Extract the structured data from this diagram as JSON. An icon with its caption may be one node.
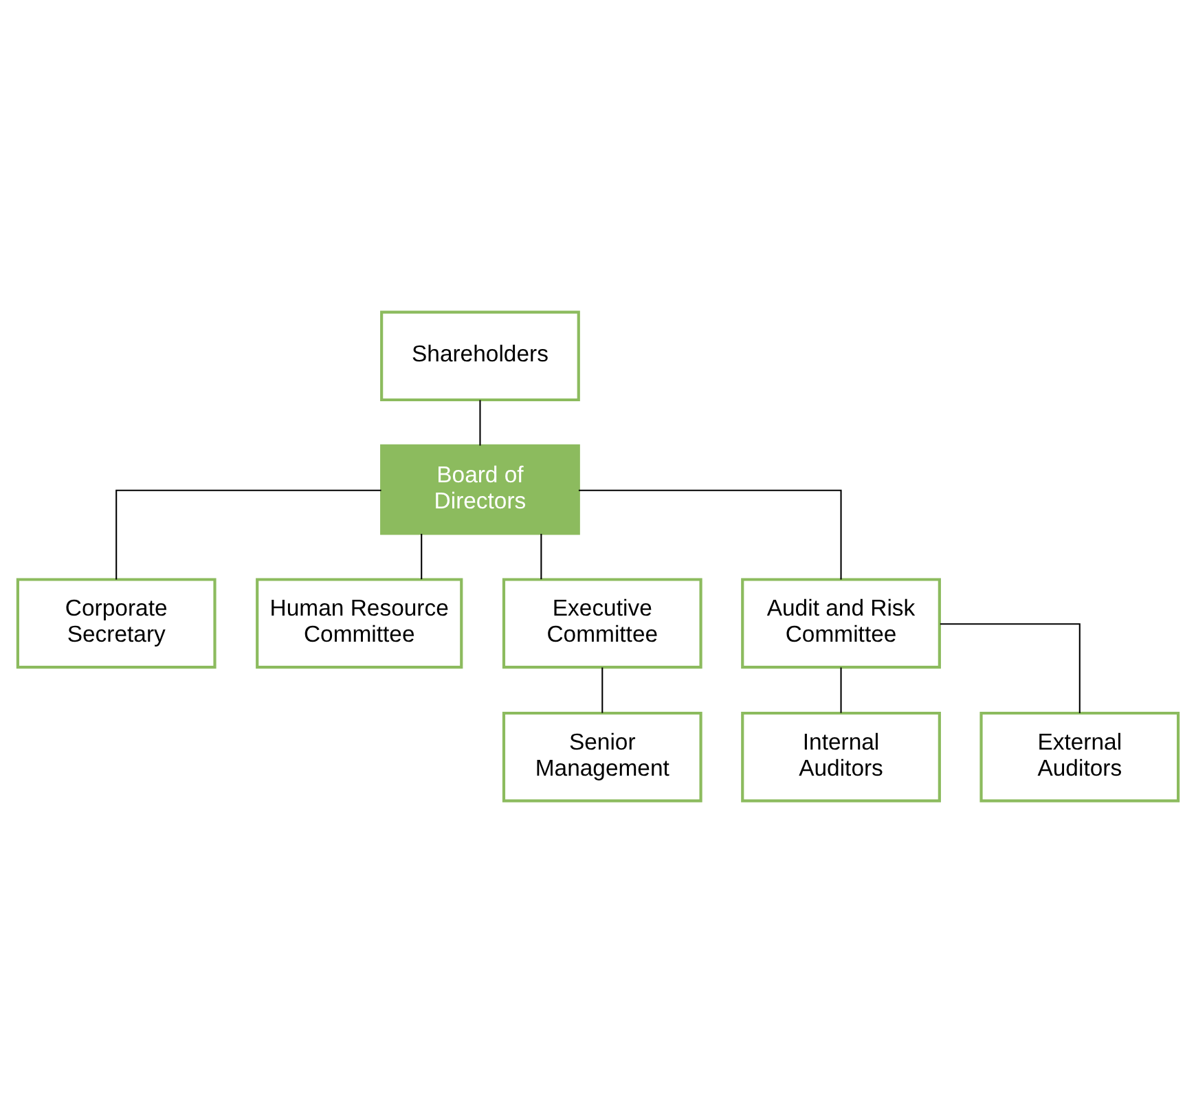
{
  "diagram": {
    "nodes": [
      {
        "text": [
          "Shareholders"
        ]
      },
      {
        "text": [
          "Board of Directors"
        ]
      },
      {
        "text": [
          "Corporate Secretary"
        ]
      },
      {
        "text": [
          "Human Resource Committee"
        ]
      },
      {
        "text": [
          "Executive Committee"
        ]
      },
      {
        "text": [
          "Audit and Risk Committee"
        ]
      },
      {
        "text": [
          "Internal Auditors"
        ]
      },
      {
        "text": [
          "External Auditors"
        ]
      },
      {
        "text": [
          "Senior Management"
        ]
      }
    ],
    "edges": [
      {
        "from": 0,
        "to": 1,
        "arrow": "none"
      },
      {
        "from": 1,
        "to": 2,
        "arrow": "none"
      },
      {
        "from": 1,
        "to": 3,
        "arrow": "none"
      },
      {
        "from": 1,
        "to": 4,
        "arrow": "none"
      },
      {
        "from": 1,
        "to": 5,
        "arrow": "none"
      },
      {
        "from": 5,
        "to": 6,
        "arrow": "none"
      },
      {
        "from": 5,
        "to": 7,
        "arrow": "none"
      },
      {
        "from": 4,
        "to": 8,
        "arrow": "none"
      }
    ]
  }
}
